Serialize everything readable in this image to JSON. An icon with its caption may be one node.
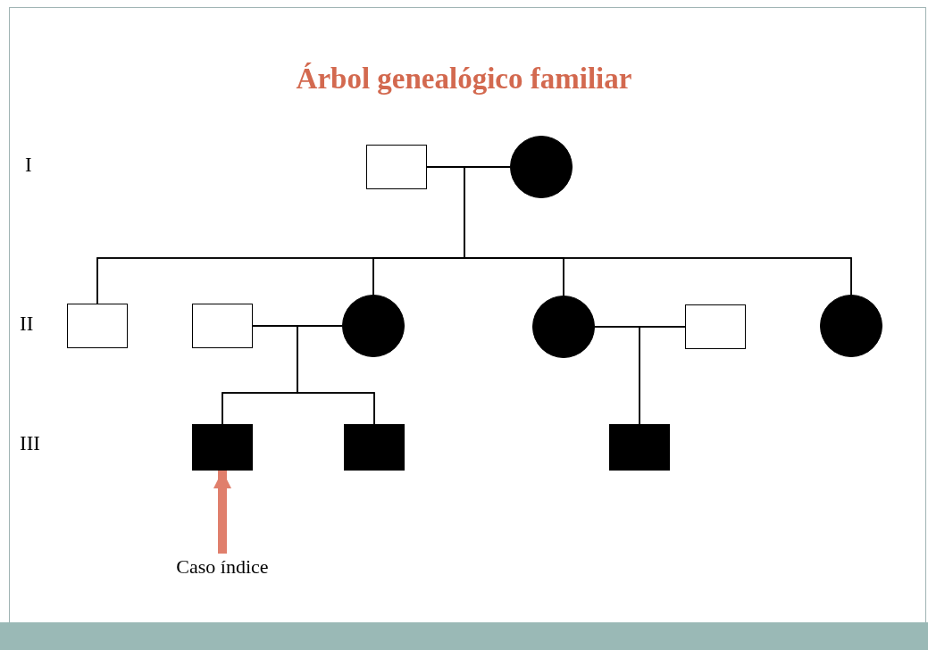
{
  "diagram": {
    "title": "Árbol genealógico familiar",
    "nodes": [
      {
        "text": [],
        "shape": "box"
      },
      {
        "text": [],
        "shape": "circle"
      },
      {
        "text": [],
        "shape": "box"
      },
      {
        "text": [],
        "shape": "box"
      },
      {
        "text": [],
        "shape": "circle"
      },
      {
        "text": [],
        "shape": "circle"
      },
      {
        "text": [],
        "shape": "box"
      },
      {
        "text": [],
        "shape": "circle"
      },
      {
        "text": [],
        "shape": "box"
      },
      {
        "text": [],
        "shape": "box"
      },
      {
        "text": [],
        "shape": "box"
      },
      {
        "text": [
          "Caso índice"
        ]
      }
    ],
    "edges": [
      {
        "from": 0,
        "to": 1,
        "arrow": "none"
      },
      {
        "from": 0,
        "to": 2,
        "arrow": "none"
      },
      {
        "from": 1,
        "to": 2,
        "arrow": "none"
      },
      {
        "from": 0,
        "to": 4,
        "arrow": "none"
      },
      {
        "from": 1,
        "to": 4,
        "arrow": "none"
      },
      {
        "from": 0,
        "to": 5,
        "arrow": "none"
      },
      {
        "from": 1,
        "to": 5,
        "arrow": "none"
      },
      {
        "from": 0,
        "to": 7,
        "arrow": "none"
      },
      {
        "from": 1,
        "to": 7,
        "arrow": "none"
      },
      {
        "from": 3,
        "to": 4,
        "arrow": "none"
      },
      {
        "from": 3,
        "to": 8,
        "arrow": "none"
      },
      {
        "from": 4,
        "to": 8,
        "arrow": "none"
      },
      {
        "from": 3,
        "to": 9,
        "arrow": "none"
      },
      {
        "from": 4,
        "to": 9,
        "arrow": "none"
      },
      {
        "from": 5,
        "to": 6,
        "arrow": "none"
      },
      {
        "from": 5,
        "to": 10,
        "arrow": "none"
      },
      {
        "from": 6,
        "to": 10,
        "arrow": "none"
      },
      {
        "from": 11,
        "to": 8,
        "arrow": "to",
        "style": "thick",
        "color": "#e07f6c"
      }
    ],
    "labels": [
      "I",
      "II",
      "III"
    ]
  }
}
